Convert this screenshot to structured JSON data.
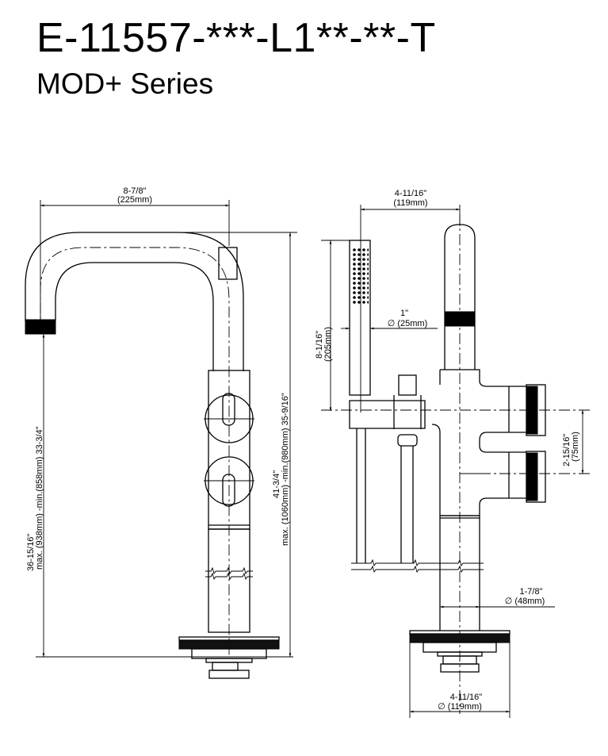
{
  "header": {
    "model_number": "E-11557-***-L1**-**-T",
    "series": "MOD+ Series"
  },
  "side_view": {
    "spout_reach": {
      "imperial": "8-7/8\"",
      "metric": "(225mm)"
    },
    "spout_outlet_height": {
      "imperial": "36-15/16\"",
      "metric": "max. (938mm)  -min.(858mm) 33-3/4\""
    },
    "overall_height": {
      "imperial": "41-3/4\"",
      "metric": "max.  (1060mm) -min.(980mm) 35-9/16\""
    }
  },
  "front_view": {
    "handshower_offset": {
      "imperial": "4-11/16\"",
      "metric": "(119mm)"
    },
    "handshower_length": {
      "imperial": "8-1/16\"",
      "metric": "(205mm)"
    },
    "handshower_diameter": {
      "imperial": "1\"",
      "metric": "∅ (25mm)"
    },
    "handle_spacing": {
      "imperial": "2-15/16\"",
      "metric": "(75mm)"
    },
    "column_diameter": {
      "imperial": "1-7/8\"",
      "metric": "∅ (48mm)"
    },
    "base_diameter": {
      "imperial": "4-11/16\"",
      "metric": "∅ (119mm)"
    }
  },
  "colors": {
    "ink": "#000000",
    "paper": "#ffffff"
  }
}
